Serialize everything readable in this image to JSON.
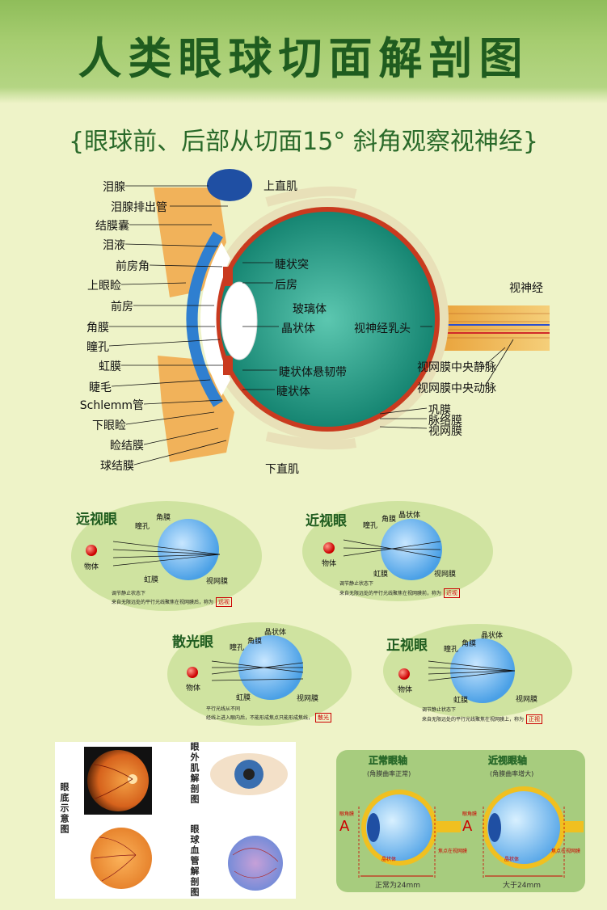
{
  "title": "人类眼球切面解剖图",
  "subtitle": "{眼球前、后部从切面15° 斜角观察视神经}",
  "main_labels_left": [
    "泪腺",
    "泪腺排出管",
    "结膜囊",
    "泪液",
    "前房角",
    "上眼睑",
    "前房",
    "角膜",
    "瞳孔",
    "虹膜",
    "睫毛",
    "Schlemm管",
    "下眼睑",
    "睑结膜",
    "球结膜"
  ],
  "main_labels_inner": [
    "上直肌",
    "睫状突",
    "后房",
    "玻璃体",
    "晶状体",
    "睫状体悬韧带",
    "睫状体",
    "下直肌"
  ],
  "main_labels_right": [
    "视神经",
    "视神经乳头",
    "视网膜中央静脉",
    "视网膜中央动脉",
    "巩膜",
    "脉络膜",
    "视网膜"
  ],
  "vision": [
    {
      "title": "远视眼",
      "labels": [
        "瞳孔",
        "角膜",
        "物体",
        "虹膜",
        "视网膜"
      ],
      "note1": "调节静止状态下",
      "note2": "来自无限远处的平行光线聚焦在视网膜后，称为",
      "badge": "远视"
    },
    {
      "title": "近视眼",
      "labels": [
        "瞳孔",
        "角膜",
        "晶状体",
        "物体",
        "虹膜",
        "视网膜"
      ],
      "note1": "调节静止状态下",
      "note2": "来自无限远处的平行光线聚焦在视网膜前，称为",
      "badge": "近视"
    },
    {
      "title": "散光眼",
      "labels": [
        "瞳孔",
        "角膜",
        "晶状体",
        "物体",
        "虹膜",
        "视网膜"
      ],
      "note1": "平行光线从不同",
      "note2": "经线上进入眼内后，不能形成焦点只能形成焦线，",
      "badge": "散光"
    },
    {
      "title": "正视眼",
      "labels": [
        "瞳孔",
        "角膜",
        "晶状体",
        "物体",
        "虹膜",
        "视网膜"
      ],
      "note1": "调节静止状态下",
      "note2": "来自无限远处的平行光线聚焦在视网膜上，称为",
      "badge": "正视"
    }
  ],
  "photo_titles": [
    "眼底示意图",
    "眼外肌解剖图",
    "眼球血管解剖图"
  ],
  "axis": {
    "normal_title": "正常眼轴",
    "normal_sub": "(角膜曲率正常)",
    "normal_len": "正常为24mm",
    "myopia_title": "近视眼轴",
    "myopia_sub": "(角膜曲率增大)",
    "myopia_len": "大于24mm",
    "letter": "A",
    "side_label": "眼角膜",
    "focus_label": "焦点在视网膜",
    "lens_label": "晶状体"
  },
  "colors": {
    "title": "#1f5c1f",
    "banner": "#a6cd70",
    "background": "#eef3c8",
    "vitreous": "#1f9a86",
    "sclera": "#e8e0b8",
    "choroid": "#c93a1f"
  }
}
